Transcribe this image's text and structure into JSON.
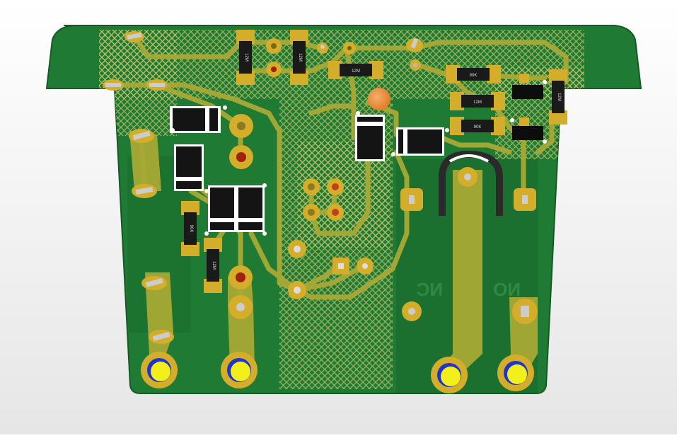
{
  "colors": {
    "background": "#eeeeee",
    "board": "#1f7a34",
    "board_edge": "#145a24",
    "copper_trace": "#a8a935",
    "pad_gold": "#d4ad2a",
    "hatch": "#c7c36a",
    "component_body": "#141414",
    "silkscreen": "#ffffff",
    "terminal_fill": "#f2ef1a",
    "terminal_ring": "#1f35c8",
    "led": "#e8903a"
  },
  "silkscreen": {
    "nc_label": "NC",
    "no_label": "NO"
  },
  "component_marks": {
    "r1": "12M",
    "r2": "90K",
    "r3": "12M",
    "r4": "90K",
    "r5": "12M",
    "r6": "12M",
    "r7": "12M",
    "r8": "90K",
    "r9": "12M"
  }
}
